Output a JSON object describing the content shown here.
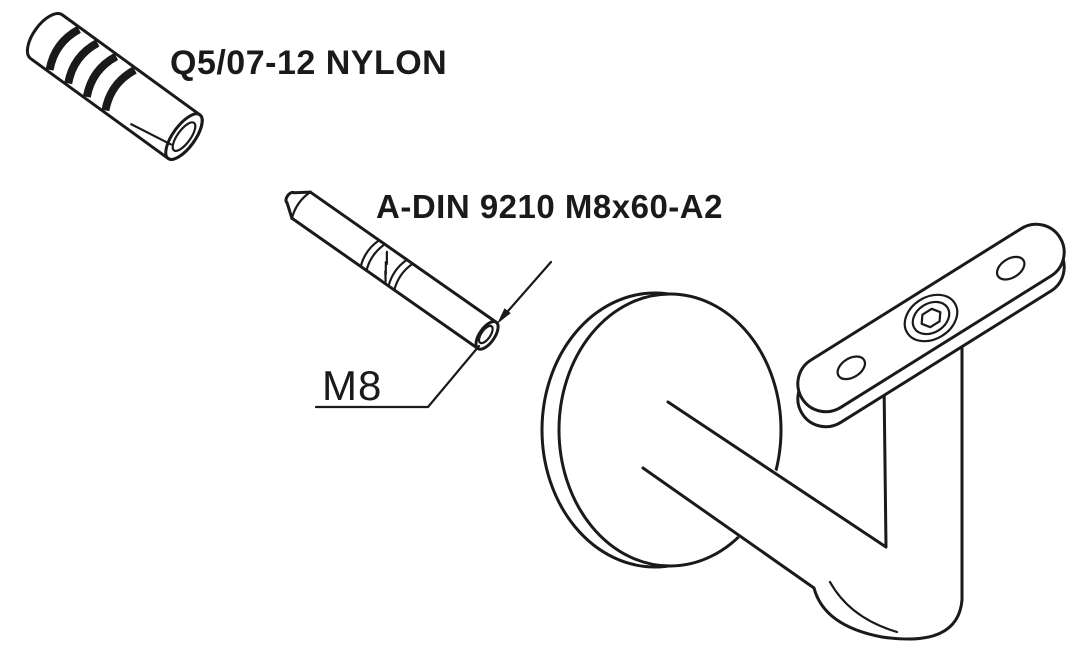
{
  "colors": {
    "line": "#1a1a1a",
    "background": "#ffffff"
  },
  "labels": {
    "wall_plug": "Q5/07-12 NYLON",
    "threaded_stud": "A-DIN 9210 M8x60-A2",
    "thread_dimension": "M8"
  },
  "parts": [
    {
      "name": "nylon-wall-plug",
      "label": "Q5/07-12 NYLON"
    },
    {
      "name": "threaded-stud",
      "label": "A-DIN 9210 M8x60-A2",
      "thread": "M8"
    },
    {
      "name": "handrail-bracket",
      "label": ""
    }
  ]
}
